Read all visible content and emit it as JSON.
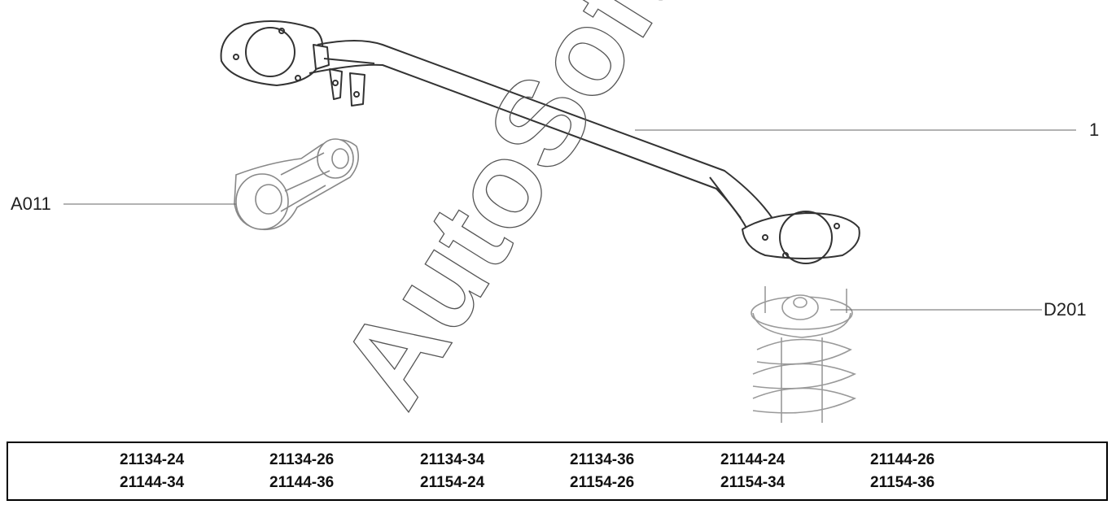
{
  "callouts": {
    "strut_brace": "1",
    "engine_mount": "A011",
    "strut_assembly": "D201"
  },
  "watermark": "AutoSoft",
  "model_codes": {
    "row1": [
      "21134-24",
      "21134-26",
      "21134-34",
      "21134-36",
      "21144-24",
      "21144-26"
    ],
    "row2": [
      "21144-34",
      "21144-36",
      "21154-24",
      "21154-26",
      "21154-34",
      "21154-36"
    ]
  },
  "colors": {
    "line": "#333333",
    "light_line": "#888888",
    "border": "#000000"
  }
}
